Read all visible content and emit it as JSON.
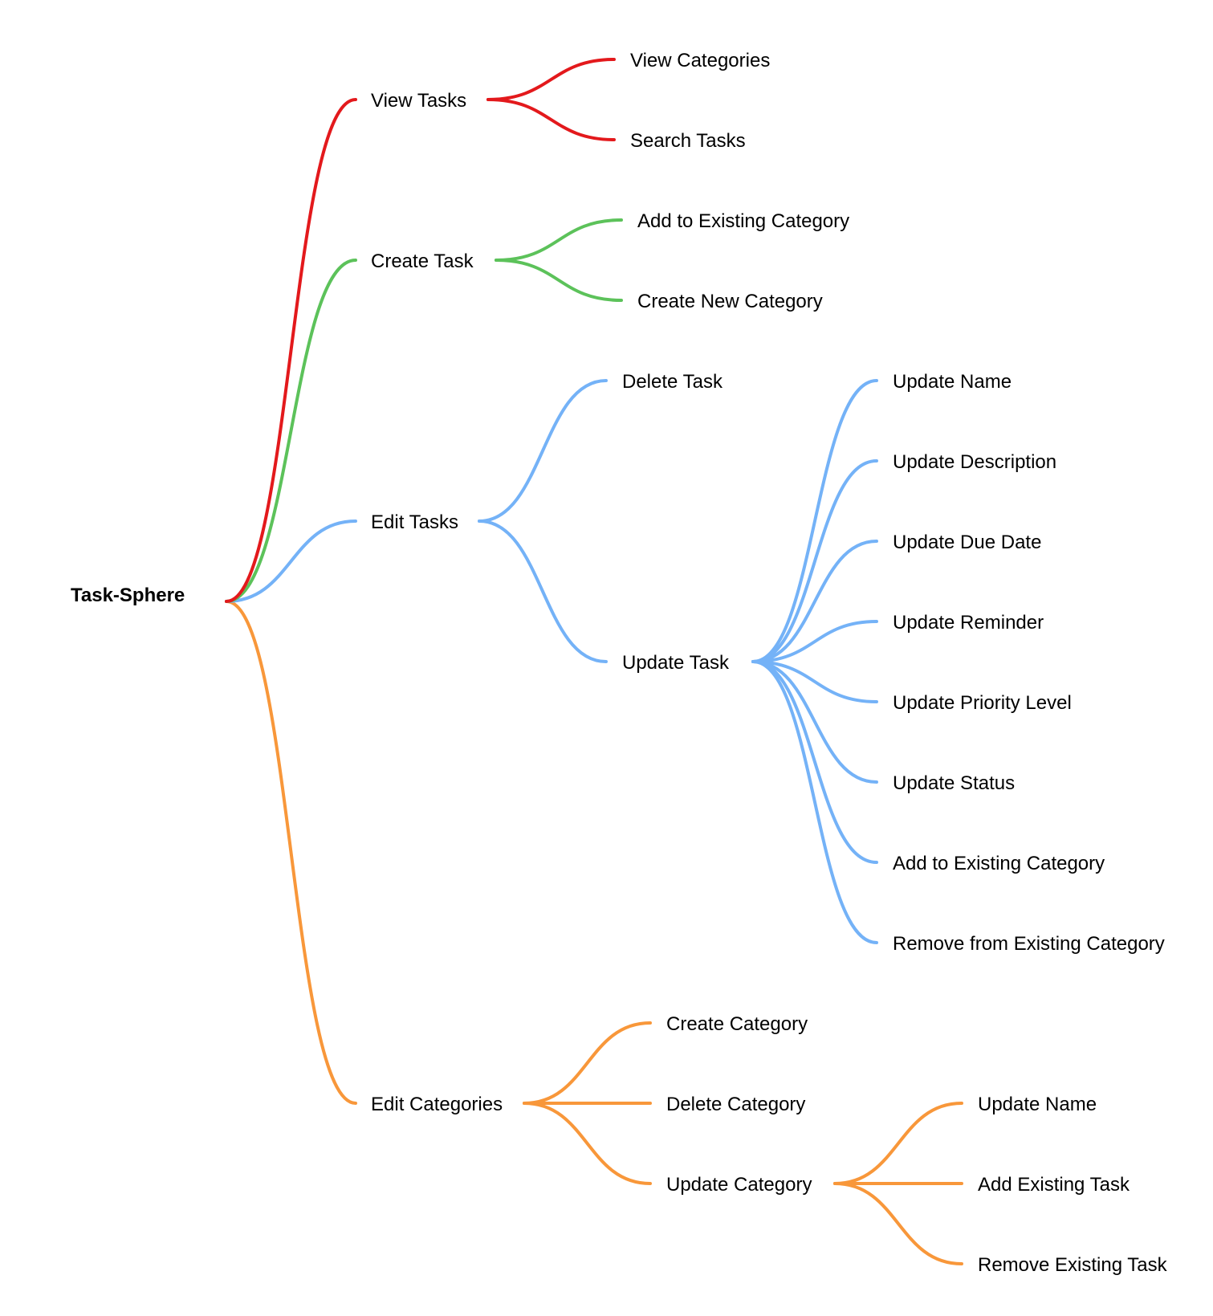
{
  "mindmap": {
    "root": {
      "label": "Task-Sphere"
    },
    "colors": {
      "view_tasks": "#e3191c",
      "create_task": "#5cc25a",
      "edit_tasks": "#74b2f7",
      "edit_categories": "#f8973a"
    },
    "branches": {
      "view_tasks": {
        "label": "View Tasks",
        "children": [
          "View Categories",
          "Search Tasks"
        ]
      },
      "create_task": {
        "label": "Create Task",
        "children": [
          "Add to Existing Category",
          "Create New Category"
        ]
      },
      "edit_tasks": {
        "label": "Edit Tasks",
        "delete_task": "Delete Task",
        "update_task": {
          "label": "Update Task",
          "children": [
            "Update Name",
            "Update Description",
            "Update Due Date",
            "Update Reminder",
            "Update Priority Level",
            "Update Status",
            "Add to Existing Category",
            "Remove from Existing Category"
          ]
        }
      },
      "edit_categories": {
        "label": "Edit Categories",
        "create_category": "Create Category",
        "delete_category": "Delete Category",
        "update_category": {
          "label": "Update Category",
          "children": [
            "Update Name",
            "Add Existing Task",
            "Remove Existing Task"
          ]
        }
      }
    }
  }
}
